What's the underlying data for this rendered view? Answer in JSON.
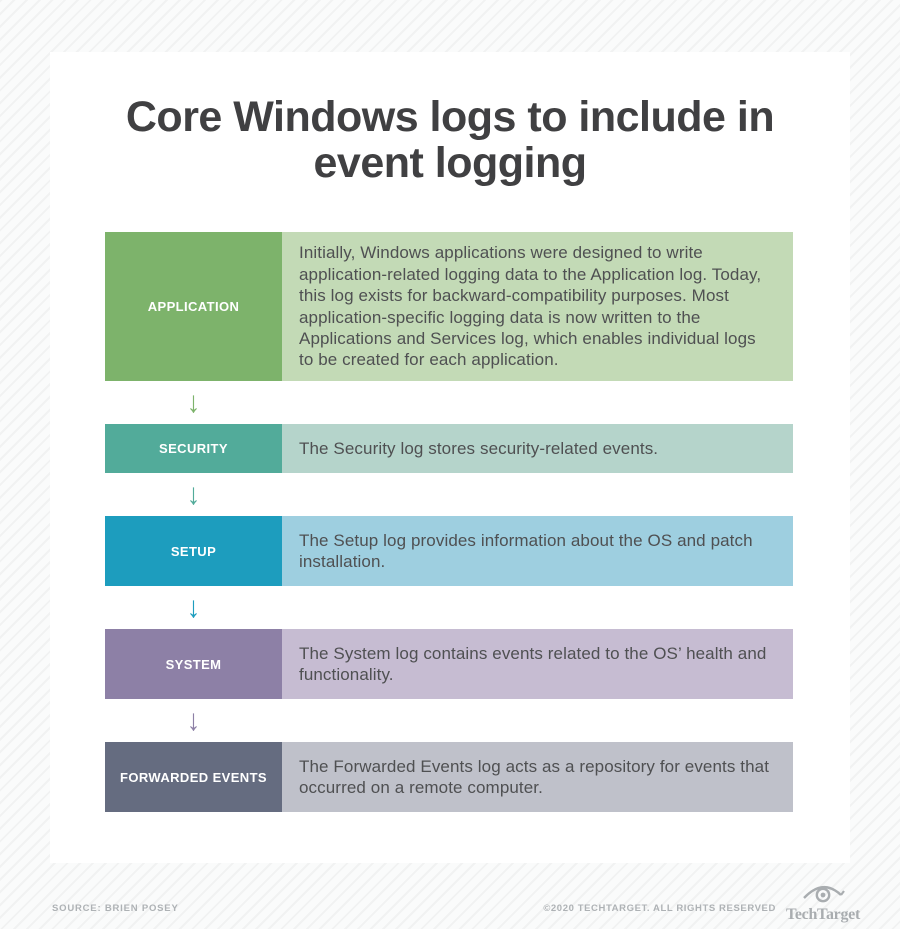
{
  "title": "Core Windows logs to include in event logging",
  "rows": [
    {
      "label": "APPLICATION",
      "description": "Initially, Windows applications were designed to write application-related logging data to the Application log. Today, this log exists for backward-compatibility purposes. Most application-specific logging data is now written to the Applications and Services log, which enables individual logs to be created for each application.",
      "label_bg": "#7db36b",
      "desc_bg": "#c3dab6"
    },
    {
      "label": "SECURITY",
      "description": "The Security log stores security-related events.",
      "label_bg": "#52ab9a",
      "desc_bg": "#b5d4cb"
    },
    {
      "label": "SETUP",
      "description": "The Setup log provides information about the OS and patch installation.",
      "label_bg": "#1d9dbe",
      "desc_bg": "#9ecfe0"
    },
    {
      "label": "SYSTEM",
      "description": "The System log contains events related to the OS’ health and functionality.",
      "label_bg": "#8d80a6",
      "desc_bg": "#c6bcd2"
    },
    {
      "label": "FORWARDED EVENTS",
      "description": "The Forwarded Events log acts as a repository for events that occurred on a remote computer.",
      "label_bg": "#656c80",
      "desc_bg": "#bfc1ca"
    }
  ],
  "icons": {
    "down_arrow": "↓"
  },
  "footer": {
    "source": "SOURCE: BRIEN POSEY",
    "copyright": "©2020 TECHTARGET. ALL RIGHTS RESERVED",
    "logo_text": "TechTarget",
    "logo_color": "#a9adb0"
  },
  "colors": {
    "title_text": "#404042",
    "body_text": "#4f5052",
    "card_bg": "#ffffff",
    "stripe_bg": "#f1f2f2"
  }
}
